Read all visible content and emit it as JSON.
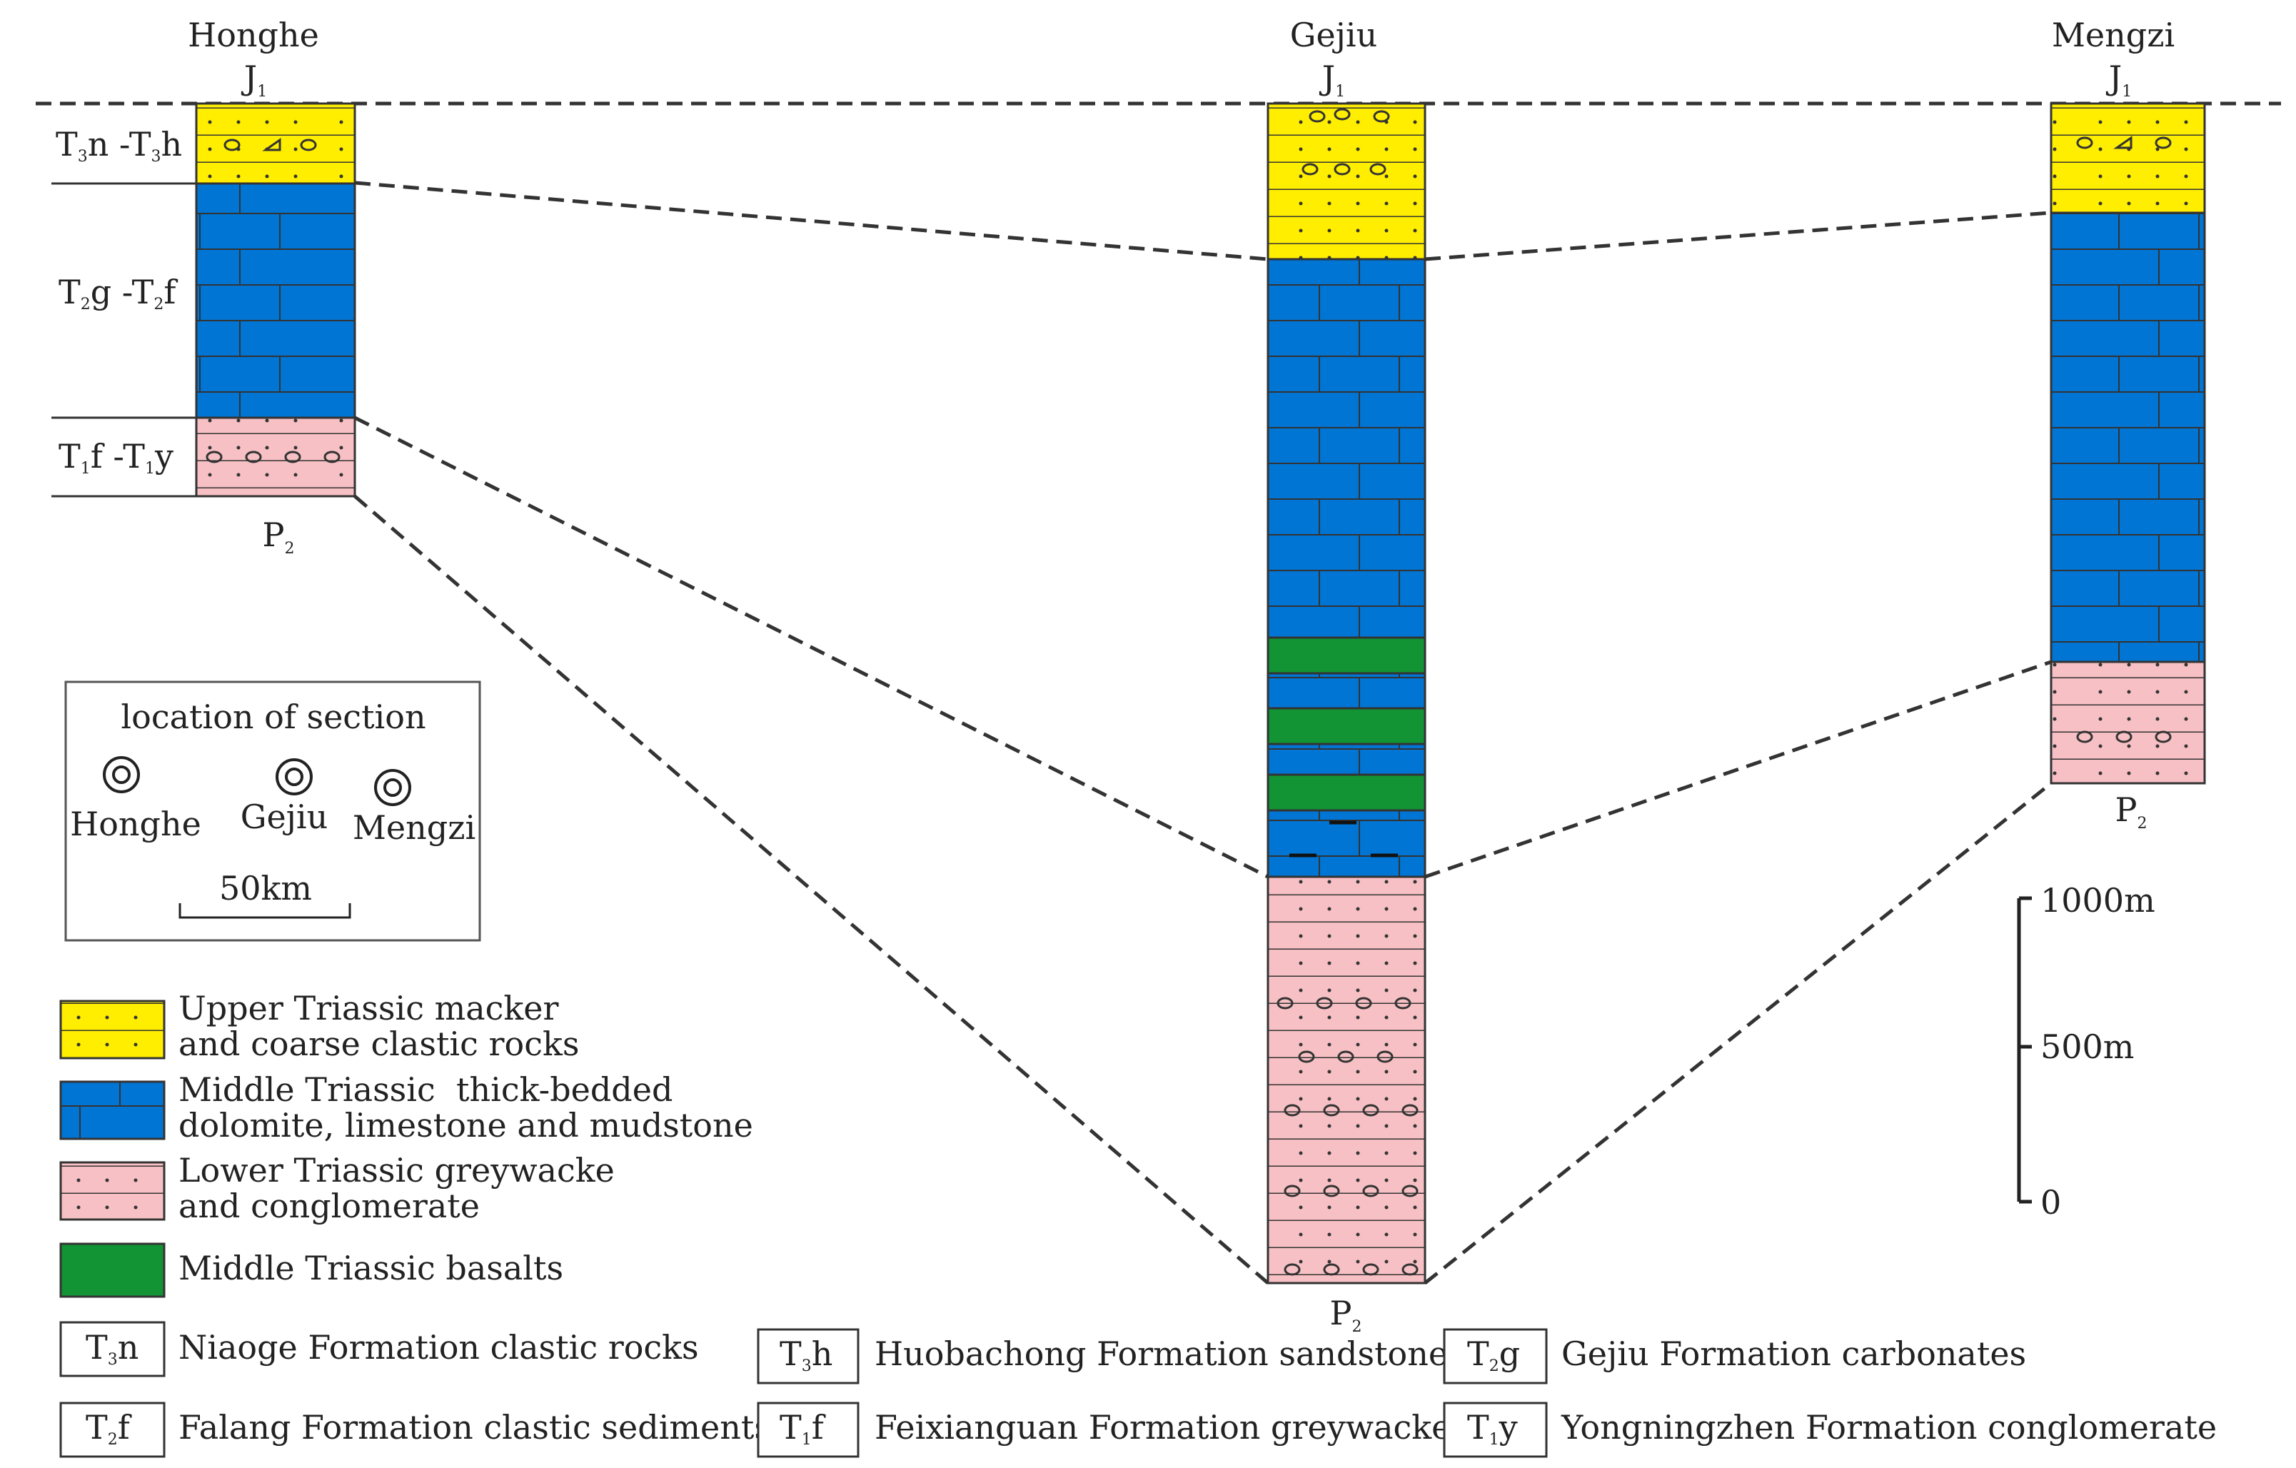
{
  "sections": {
    "honghe": {
      "name": "Honghe",
      "top": "J",
      "top_sub": "1",
      "bottom": "P",
      "bottom_sub": "2"
    },
    "gejiu": {
      "name": "Gejiu",
      "top": "J",
      "top_sub": "1",
      "bottom": "P",
      "bottom_sub": "2"
    },
    "mengzi": {
      "name": "Mengzi",
      "top": "J",
      "top_sub": "1",
      "bottom": "P",
      "bottom_sub": "2"
    }
  },
  "unit_labels": {
    "upper": {
      "a": "T",
      "a_sub": "3",
      "a_rest": "n -",
      "b": "T",
      "b_sub": "3",
      "b_rest": "h"
    },
    "middle": {
      "a": "T",
      "a_sub": "2",
      "a_rest": "g -",
      "b": "T",
      "b_sub": "2",
      "b_rest": "f"
    },
    "lower": {
      "a": "T",
      "a_sub": "1",
      "a_rest": "f -",
      "b": "T",
      "b_sub": "1",
      "b_rest": "y"
    }
  },
  "location_box": {
    "title": "location of section",
    "places": [
      "Honghe",
      "Gejiu",
      "Mengzi"
    ],
    "scale": "50km"
  },
  "scale_bar": {
    "top": "1000m",
    "mid": "500m",
    "bottom": "0"
  },
  "legend": {
    "yellow": {
      "line1": "Upper Triassic macker",
      "line2": "and coarse clastic rocks"
    },
    "blue": {
      "line1": "Middle Triassic  thick-bedded",
      "line2": "dolomite, limestone and mudstone"
    },
    "pink": {
      "line1": "Lower Triassic greywacke",
      "line2": "and conglomerate"
    },
    "green": {
      "line1": "Middle Triassic basalts"
    }
  },
  "formations": [
    {
      "sym": "T",
      "sub": "3",
      "rest": "n",
      "desc": "Niaoge Formation clastic rocks"
    },
    {
      "sym": "T",
      "sub": "3",
      "rest": "h",
      "desc": "Huobachong Formation sandstone"
    },
    {
      "sym": "T",
      "sub": "2",
      "rest": "g",
      "desc": "Gejiu Formation carbonates"
    },
    {
      "sym": "T",
      "sub": "2",
      "rest": "f",
      "desc": "Falang Formation clastic sediments"
    },
    {
      "sym": "T",
      "sub": "1",
      "rest": "f",
      "desc": "Feixianguan Formation greywacke"
    },
    {
      "sym": "T",
      "sub": "1",
      "rest": "y",
      "desc": "Yongningzhen Formation conglomerate"
    }
  ],
  "colors": {
    "yellow": "#ffee00",
    "blue": "#0075d4",
    "pink": "#f7c0c4",
    "green": "#129434",
    "line": "#333333"
  }
}
